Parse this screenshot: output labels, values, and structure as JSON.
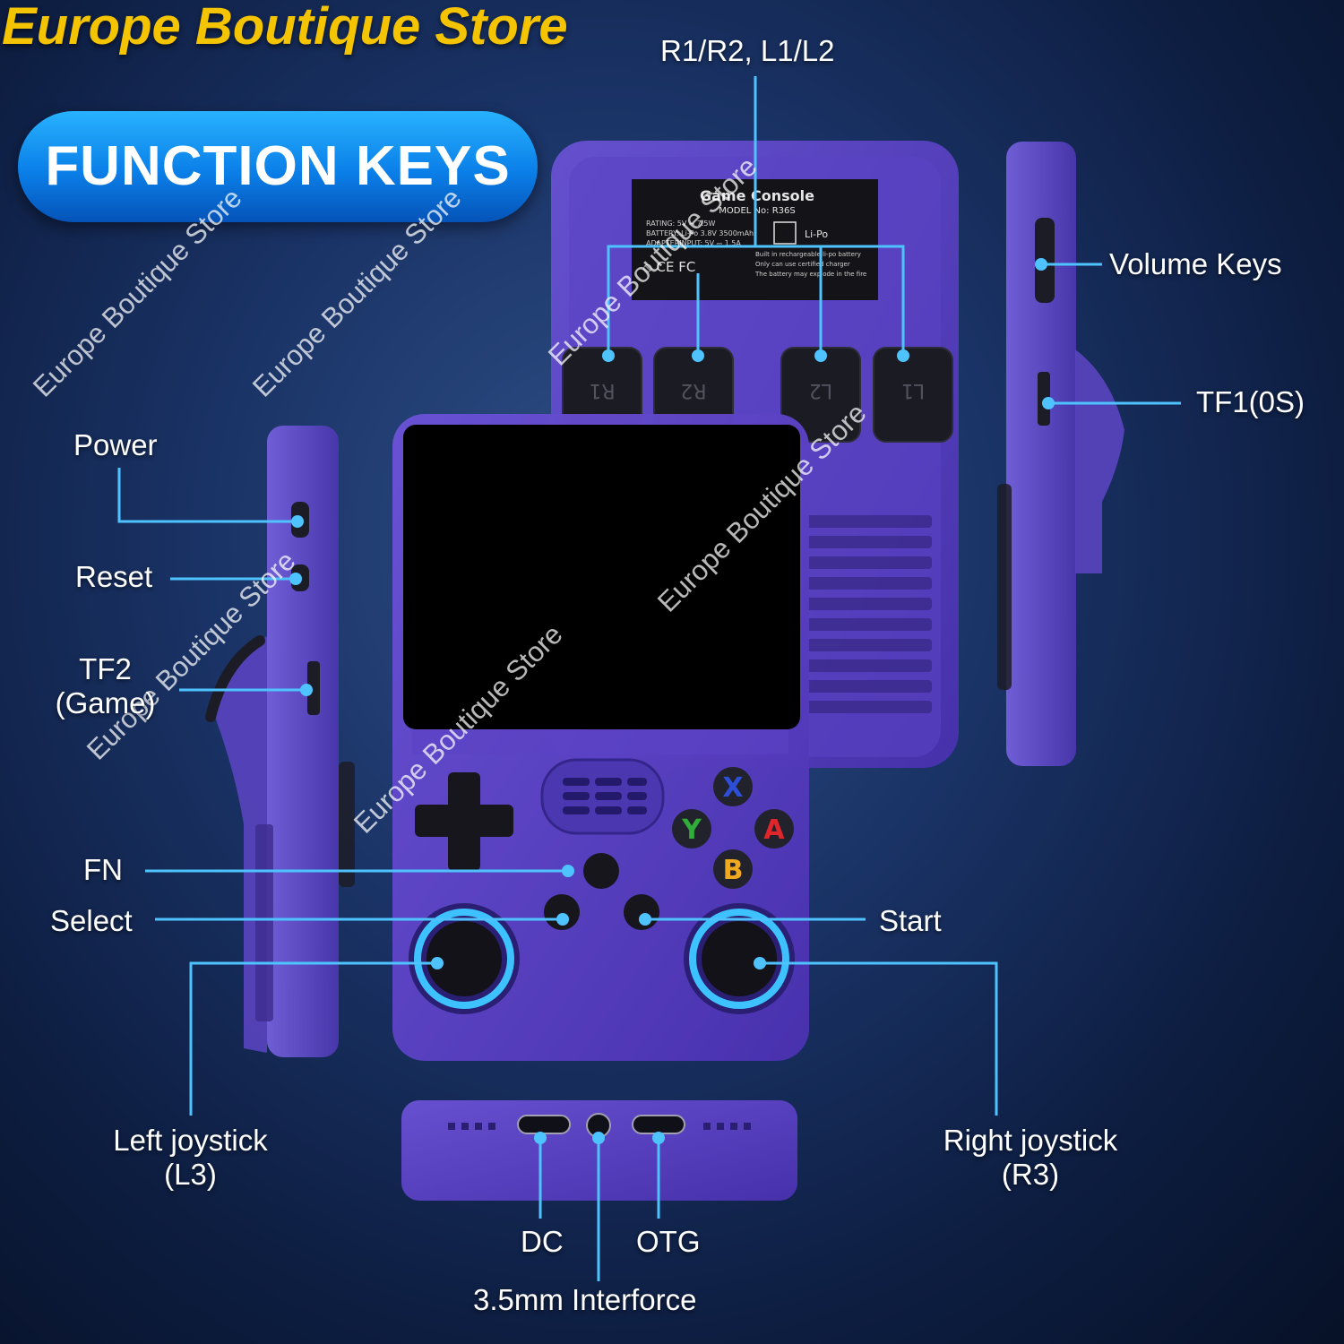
{
  "header": {
    "store_name": "Europe Boutique Store",
    "section_title": "FUNCTION KEYS"
  },
  "watermark": "Europe Boutique Store",
  "labels": {
    "shoulder": "R1/R2, L1/L2",
    "volume": "Volume Keys",
    "tf1": "TF1(0S)",
    "power": "Power",
    "reset": "Reset",
    "tf2_line1": "TF2",
    "tf2_line2": "(Game)",
    "fn": "FN",
    "select": "Select",
    "start": "Start",
    "left_joystick_line1": "Left joystick",
    "left_joystick_line2": "(L3)",
    "right_joystick_line1": "Right joystick",
    "right_joystick_line2": "(R3)",
    "dc": "DC",
    "otg": "OTG",
    "audio": "3.5mm Interforce"
  },
  "battery_label": {
    "title": "Game Console",
    "model": "MODEL No: R36S",
    "rating": "RATING: 5V ⎓ 7.5W",
    "battery": "BATTERY: Li-Po 3.8V 3500mAh",
    "adapter": "ADAPTERINPUT: 5V ⎓ 1.5A",
    "lipo": "Li-Po",
    "marks": "⦸ CE FC",
    "warn1": "Built in rechargeable li-po battery",
    "warn2": "Only can use certified charger",
    "warn3": "The battery may explode in the fire"
  },
  "shoulder_buttons": [
    "R1",
    "R2",
    "L2",
    "L1"
  ],
  "face_buttons": {
    "x": "X",
    "y": "Y",
    "a": "A",
    "b": "B"
  },
  "colors": {
    "store_name": "#f5c400",
    "pill": "#0a7fe8",
    "callout_line": "#4fc3ff",
    "shell": "#5a40c8",
    "button_x": "#2d4fd8",
    "button_y": "#2fae3a",
    "button_a": "#e0262a",
    "button_b": "#f0a81e",
    "joystick_ring": "#3ec2ff"
  }
}
